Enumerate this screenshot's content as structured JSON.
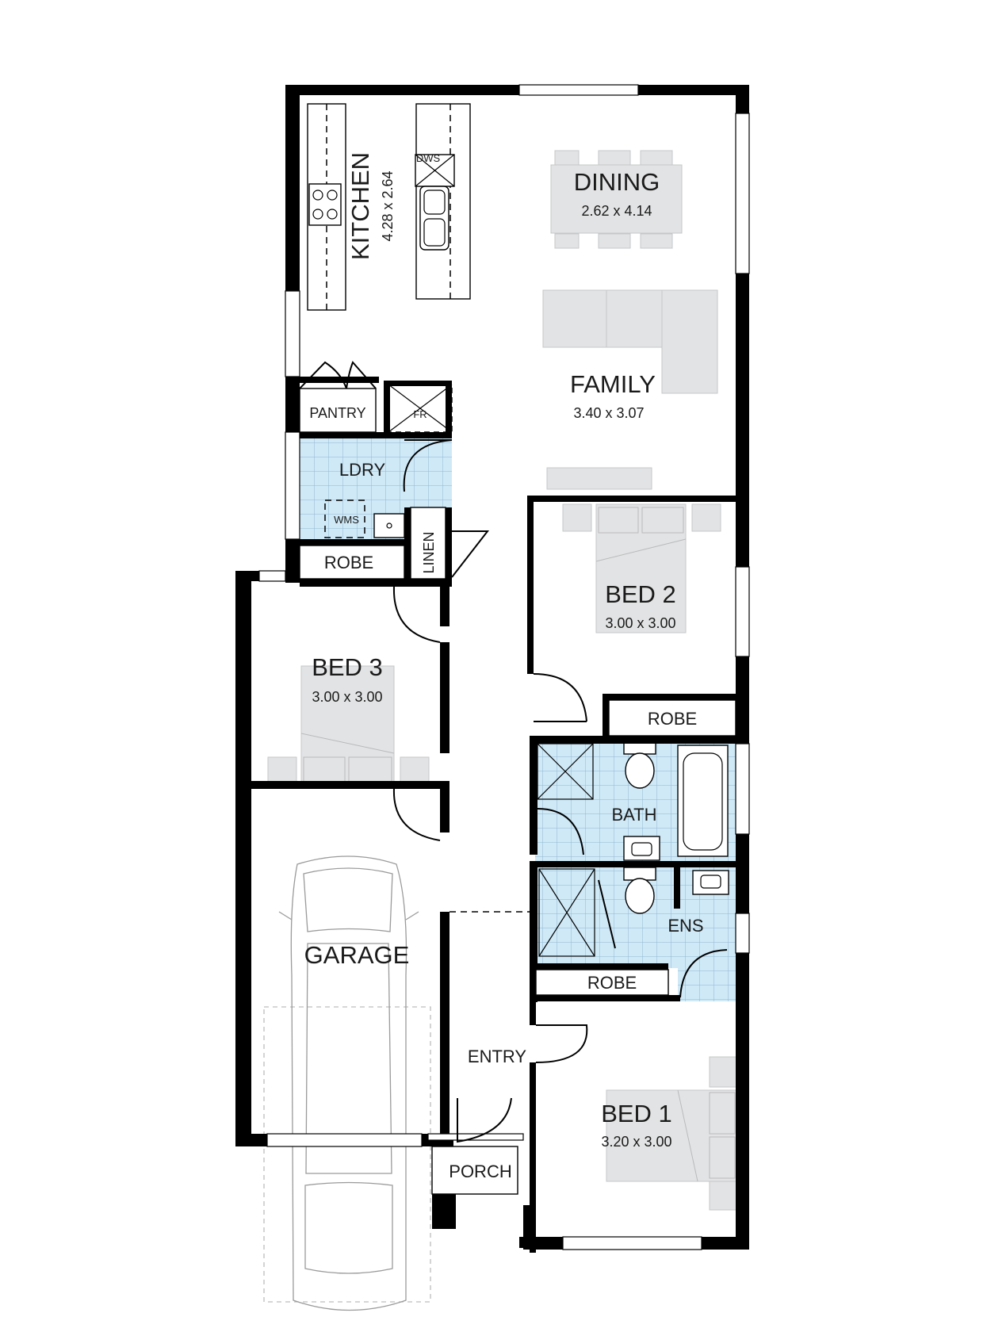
{
  "rooms": {
    "kitchen": {
      "name": "KITCHEN",
      "dims": "4.28 x 2.64"
    },
    "dining": {
      "name": "DINING",
      "dims": "2.62 x 4.14"
    },
    "family": {
      "name": "FAMILY",
      "dims": "3.40 x 3.07"
    },
    "pantry": {
      "name": "PANTRY"
    },
    "fridge": {
      "name": "FR"
    },
    "dishwasher": {
      "name": "DWS"
    },
    "laundry": {
      "name": "LDRY"
    },
    "washing_machine": {
      "name": "WMS"
    },
    "linen": {
      "name": "LINEN"
    },
    "robe_laundry": {
      "name": "ROBE"
    },
    "bed2": {
      "name": "BED 2",
      "dims": "3.00 x 3.00"
    },
    "robe_bed2": {
      "name": "ROBE"
    },
    "bed3": {
      "name": "BED 3",
      "dims": "3.00 x 3.00"
    },
    "bath": {
      "name": "BATH"
    },
    "ensuite": {
      "name": "ENS"
    },
    "robe_bed1": {
      "name": "ROBE"
    },
    "garage": {
      "name": "GARAGE"
    },
    "entry": {
      "name": "ENTRY"
    },
    "bed1": {
      "name": "BED 1",
      "dims": "3.20 x 3.00"
    },
    "porch": {
      "name": "PORCH"
    }
  },
  "colors": {
    "wall": "#000000",
    "wet_area_tile": "#cfe9f7",
    "furniture": "#e2e3e4",
    "background": "#ffffff"
  }
}
